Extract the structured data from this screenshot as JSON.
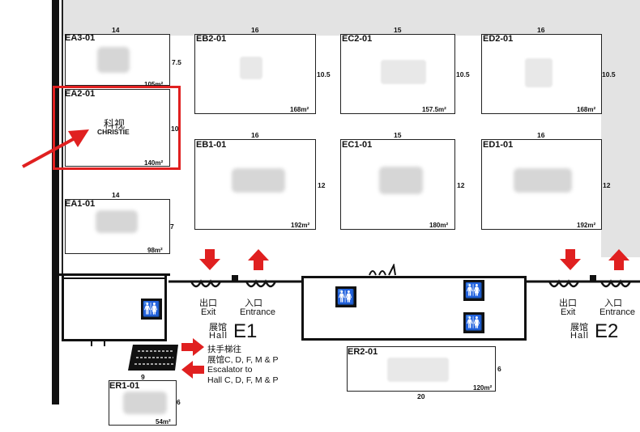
{
  "booths": [
    {
      "id": "EA3-01",
      "width_label": "14",
      "height_label": "7.5",
      "area": "105m²"
    },
    {
      "id": "EA2-01",
      "height_label": "10",
      "area": "140m²",
      "company_cn": "科视",
      "company_en": "CHRISTIE"
    },
    {
      "id": "EA1-01",
      "width_label": "14",
      "height_label": "7",
      "area": "98m²"
    },
    {
      "id": "EB2-01",
      "width_label": "16",
      "height_label": "10.5",
      "area": "168m²"
    },
    {
      "id": "EC2-01",
      "width_label": "15",
      "height_label": "10.5",
      "area": "157.5m²"
    },
    {
      "id": "ED2-01",
      "width_label": "16",
      "height_label": "10.5",
      "area": "168m²"
    },
    {
      "id": "EB1-01",
      "width_label": "16",
      "height_label": "12",
      "area": "192m²"
    },
    {
      "id": "EC1-01",
      "width_label": "15",
      "height_label": "12",
      "area": "180m²"
    },
    {
      "id": "ED1-01",
      "width_label": "16",
      "height_label": "12",
      "area": "192m²"
    },
    {
      "id": "ER2-01",
      "width_label": "20",
      "height_label": "6",
      "area": "120m²"
    },
    {
      "id": "ER1-01",
      "width_label": "9",
      "height_label": "6",
      "area": "54m²"
    }
  ],
  "exits": {
    "exit_cn": "出口",
    "exit_en": "Exit",
    "entrance_cn": "入口",
    "entrance_en": "Entrance"
  },
  "halls": [
    {
      "cn": "展馆",
      "en": "Hall",
      "code": "E1"
    },
    {
      "cn": "展馆",
      "en": "Hall",
      "code": "E2"
    }
  ],
  "escalator": {
    "line1": "扶手梯往",
    "line2": "展馆C, D, F, M & P",
    "line3": "Escalator to",
    "line4": "Hall C, D, F, M & P"
  },
  "icons": [
    "restroom-icon",
    "red-arrow-icon",
    "escalator-icon"
  ],
  "colors": {
    "highlight": "#e02020",
    "arrow": "#e02020",
    "wall": "#111111",
    "aisle": "#e3e3e3"
  }
}
